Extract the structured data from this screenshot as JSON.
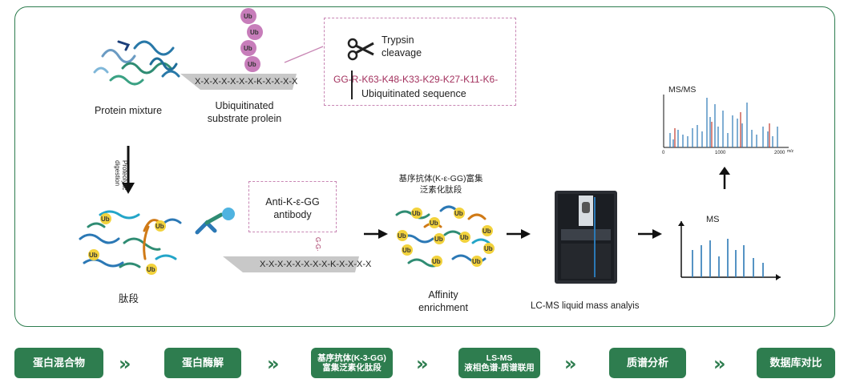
{
  "diagram": {
    "protein_mixture_label": "Protein  mixture",
    "ub_label": "Ub",
    "substrate_sequence": "X-X-X-X-X-X-X-K-X-X-X-X",
    "substrate_label_line1": "Ubiquitinated",
    "substrate_label_line2": "substrate prolein",
    "trypsin_line1": "Trypsin",
    "trypsin_line2": "cleavage",
    "cleavage_sequence": "GG-R-K63-K48-K33-K29-K27-K11-K6-",
    "ubiquitinated_sequence_label": "Ubiquitinated sequence",
    "proteolytic_label_line1": "Proteolytic",
    "proteolytic_label_line2": "digestion",
    "peptides_label": "肽段",
    "antibody_line1": "Anti-K-ε-GG",
    "antibody_line2": "antibody",
    "gg_label": "G·G·",
    "peptide_sequence": "X-X-X-X-X-X-X-X-K-X-X-X-X",
    "enrich_title_line1": "基序抗体(K-ε-GG)富集",
    "enrich_title_line2": "泛素化肽段",
    "affinity_line1": "Affinity",
    "affinity_line2": "enrichment",
    "lcms_label": "LC-MS liquid mass analyis",
    "ms_label": "MS",
    "msms_label": "MS/MS",
    "msms_ticks": [
      "0",
      "1000",
      "2000"
    ],
    "msms_unit": "m/z"
  },
  "workflow": {
    "steps": [
      "蛋白混合物",
      "蛋白酶解",
      "基序抗体(K-3-GG)\n富集泛素化肽段",
      "LS-MS\n液相色谱-质谱联用",
      "质谱分析",
      "数据库对比"
    ],
    "chevron": "»"
  },
  "colors": {
    "green": "#2e7d4f",
    "pink_dash": "#c886b4",
    "ub_purple": "#c77dba",
    "ub_yellow": "#f2d23c",
    "red_seq": "#a3315e"
  }
}
